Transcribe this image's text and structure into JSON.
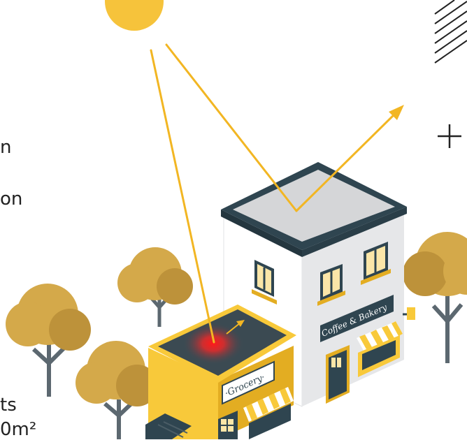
{
  "text_fragments": {
    "line_1": "n",
    "line_2": "on",
    "line_3": "ts",
    "line_4": "0m²"
  },
  "signs": {
    "grocery": "·Grocery·",
    "cafe": "Coffee & Bakery"
  },
  "colors": {
    "sun": "#f6c33b",
    "ray": "#f2b623",
    "roof_outline": "#2f4550",
    "roof_fill": "#d5d6d8",
    "wall_light": "#ffffff",
    "wall_shadow": "#e6e7e9",
    "grocery_yellow": "#f8c93a",
    "grocery_dark": "#e3ad22",
    "tree_crown": "#d4a94a",
    "tree_crown_dark": "#bd923a",
    "trunk": "#5c6870",
    "hotspot": "#ff1a1a"
  },
  "icons": [
    "sun-icon",
    "plus-icon",
    "hatch-lines-icon"
  ]
}
